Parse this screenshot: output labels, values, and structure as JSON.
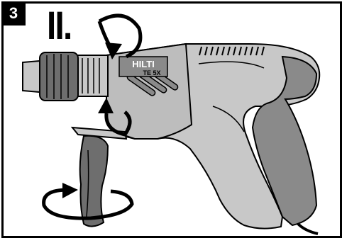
{
  "figure": {
    "step_number": "3",
    "step_label": "II.",
    "brand_text": "HILTI",
    "model_text": "TE 5X",
    "colors": {
      "frame": "#000000",
      "tool_body": "#c8c8c8",
      "tool_dark": "#8a8a8a",
      "handle": "#6e6e6e",
      "outline": "#000000",
      "background": "#ffffff"
    },
    "icons": [
      "rotation-arrow-icon",
      "rotation-arrow-icon",
      "rotation-arrow-icon"
    ]
  }
}
